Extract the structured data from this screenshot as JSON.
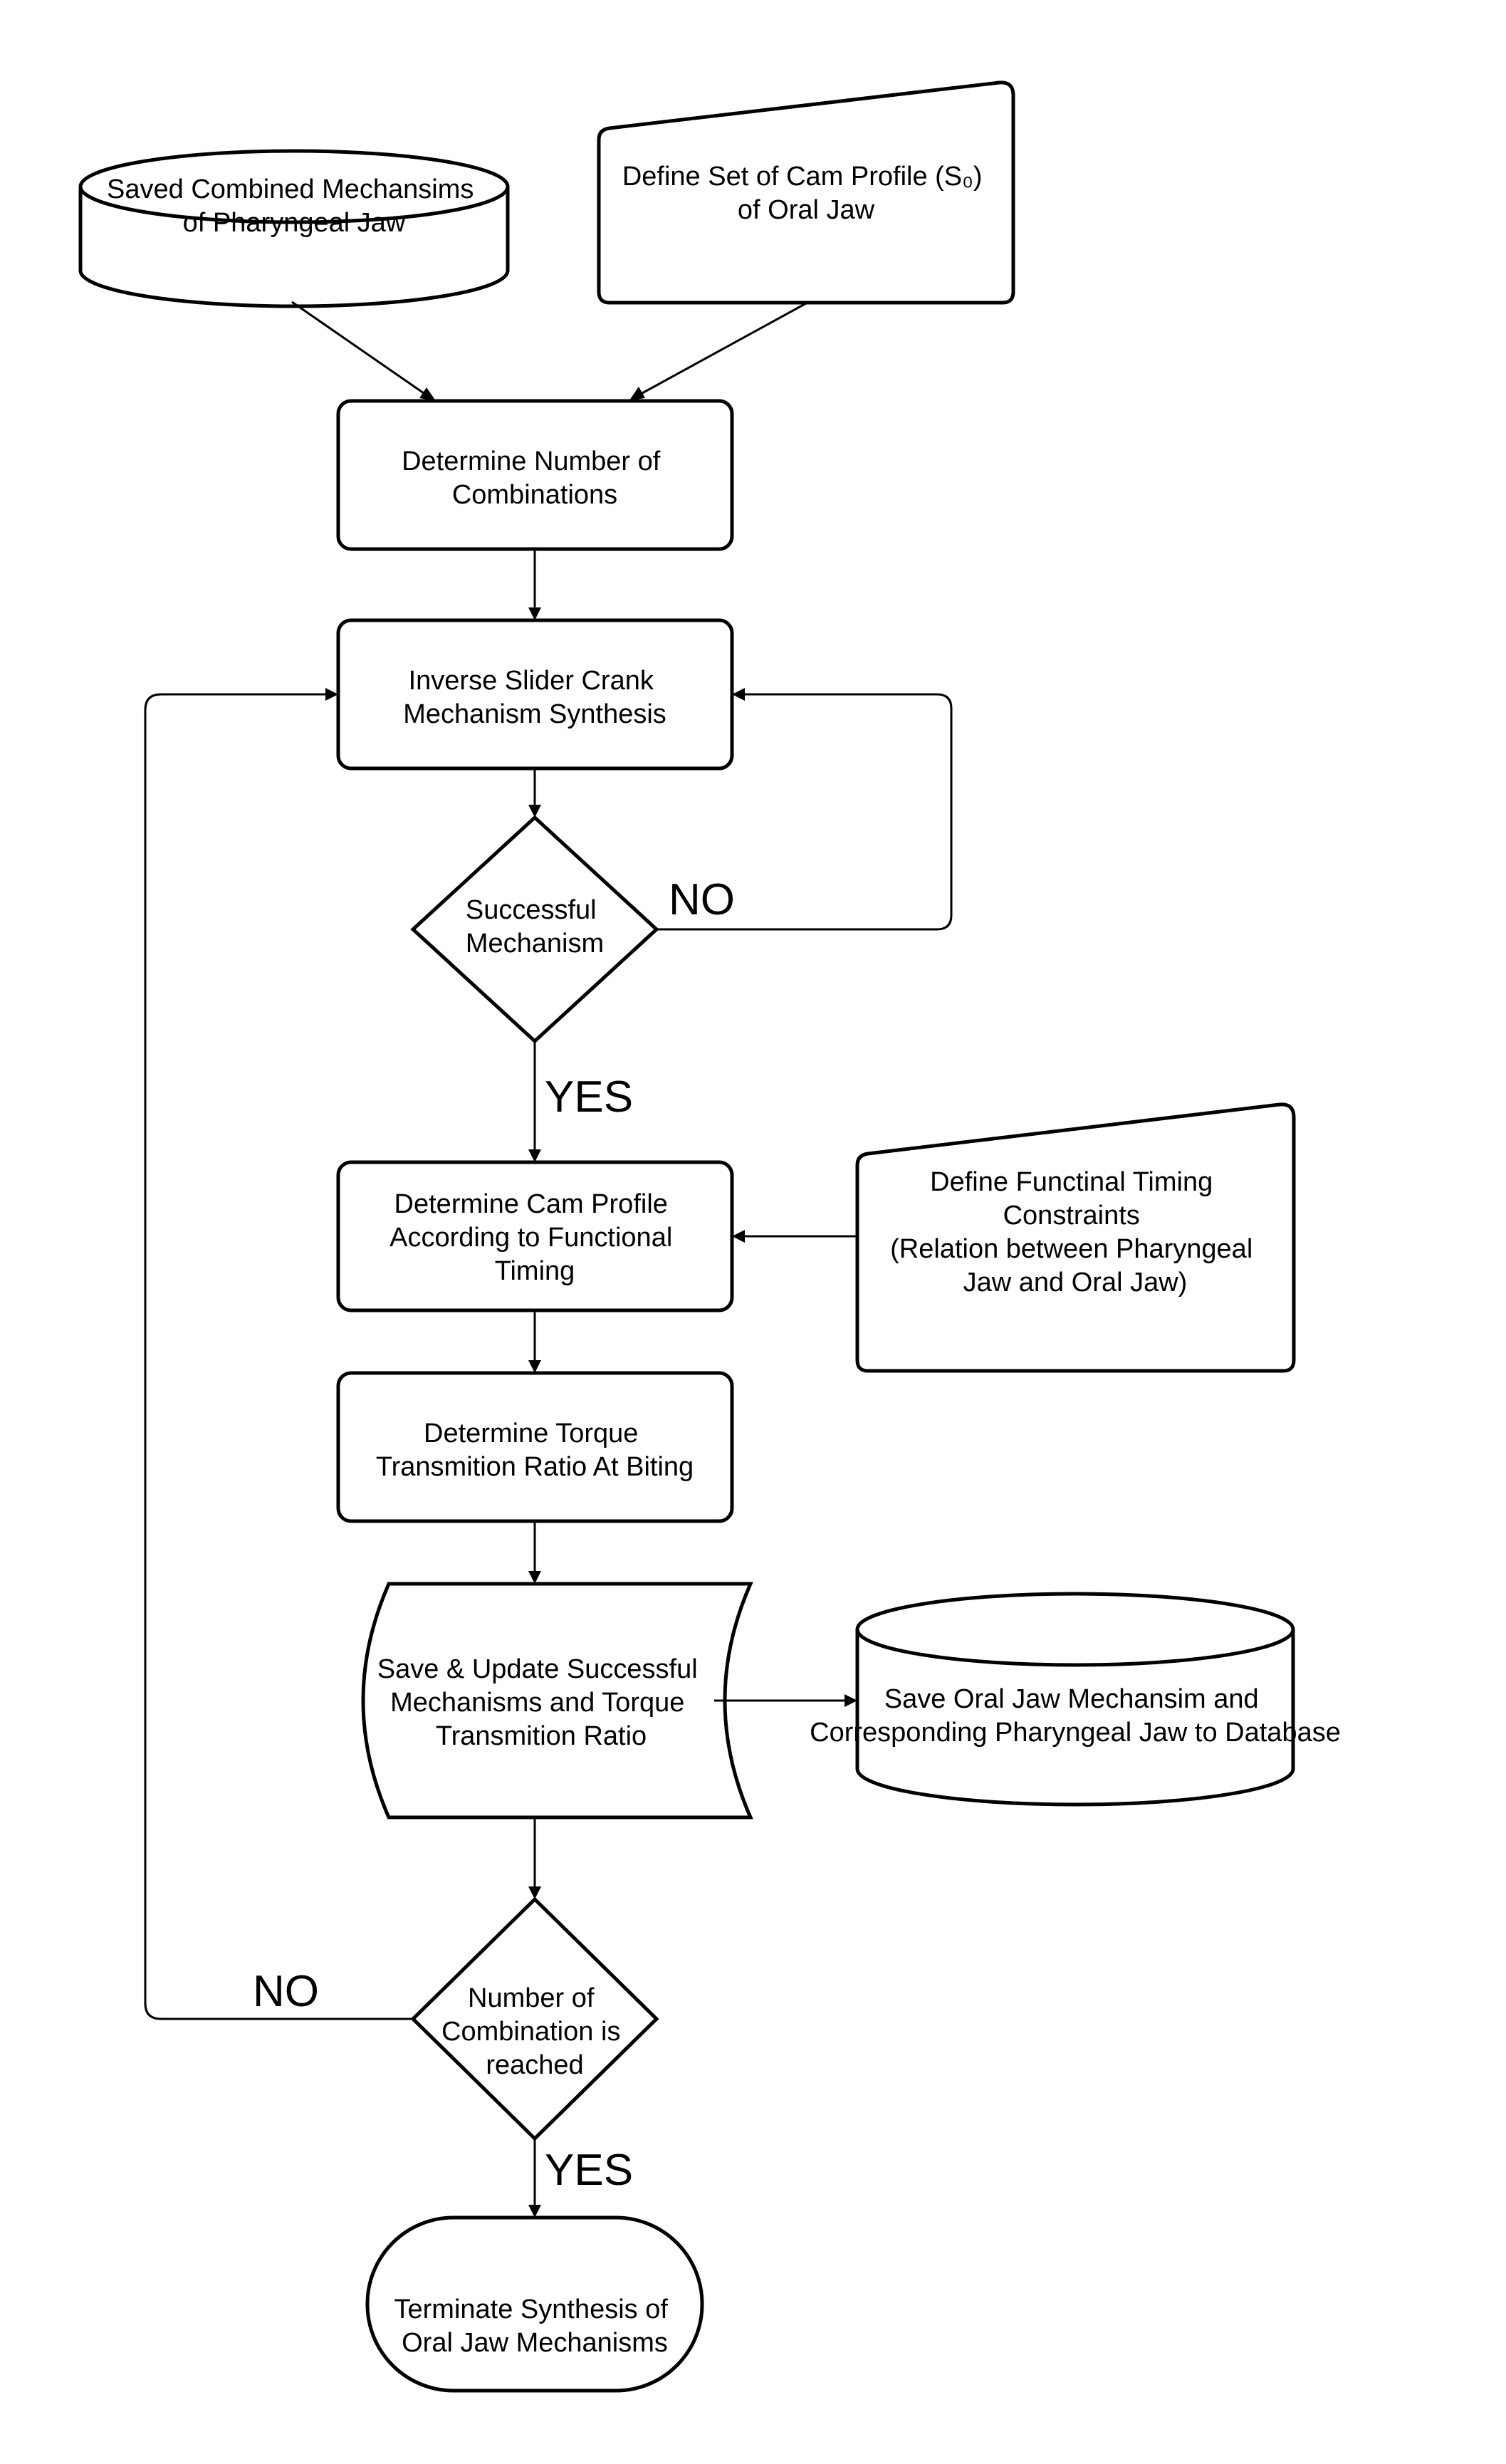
{
  "nodes": {
    "saved_combined": {
      "lines": [
        "Saved Combined Mechansims",
        "of Pharyngeal Jaw"
      ]
    },
    "define_cam_profile": {
      "lines": [
        "Define Set of Cam Profile (S₀)",
        "of Oral Jaw"
      ]
    },
    "determine_combinations": {
      "lines": [
        "Determine Number of",
        "Combinations"
      ]
    },
    "inverse_slider": {
      "lines": [
        "Inverse Slider Crank",
        "Mechanism Synthesis"
      ]
    },
    "successful_mechanism": {
      "lines": [
        "Successful",
        "Mechanism"
      ]
    },
    "determine_cam_profile": {
      "lines": [
        "Determine Cam Profile",
        "According to Functional",
        "Timing"
      ]
    },
    "define_timing": {
      "lines": [
        "Define Functinal Timing",
        "Constraints",
        "(Relation between Pharyngeal",
        "Jaw and Oral Jaw)"
      ]
    },
    "determine_torque": {
      "lines": [
        "Determine Torque",
        "Transmition Ratio At Biting"
      ]
    },
    "save_update": {
      "lines": [
        "Save & Update Successful",
        "Mechanisms and Torque",
        "Transmition Ratio"
      ]
    },
    "save_database": {
      "lines": [
        "Save Oral Jaw Mechansim and",
        "Corresponding Pharyngeal Jaw to Database"
      ]
    },
    "combination_reached": {
      "lines": [
        "Number of",
        "Combination is",
        "reached"
      ]
    },
    "terminate": {
      "lines": [
        "Terminate Synthesis of",
        "Oral Jaw Mechanisms"
      ]
    }
  },
  "edge_labels": {
    "no_1": "NO",
    "yes_1": "YES",
    "no_2": "NO",
    "yes_2": "YES"
  }
}
